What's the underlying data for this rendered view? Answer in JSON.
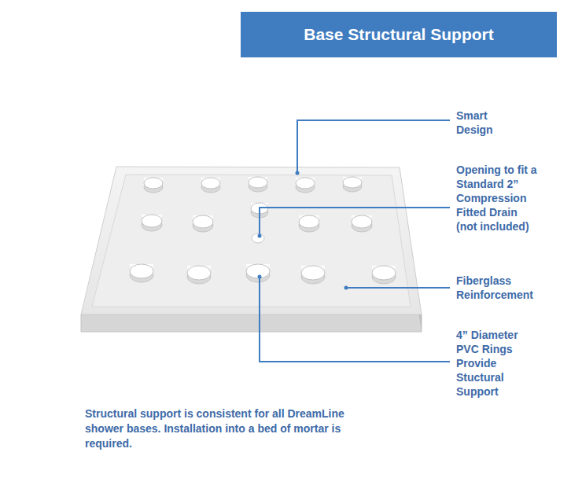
{
  "diagram": {
    "title": "Base Structural Support",
    "caption": "Structural support is consistent for all DreamLine shower bases. Installation into a bed of mortar is required.",
    "labels": [
      "Smart Design",
      "Opening to fit a Standard 2” Compression Fitted Drain (not included)",
      "Fiberglass Reinforcement",
      "4” Diameter PVC Rings Provide Stuctural Support"
    ]
  }
}
